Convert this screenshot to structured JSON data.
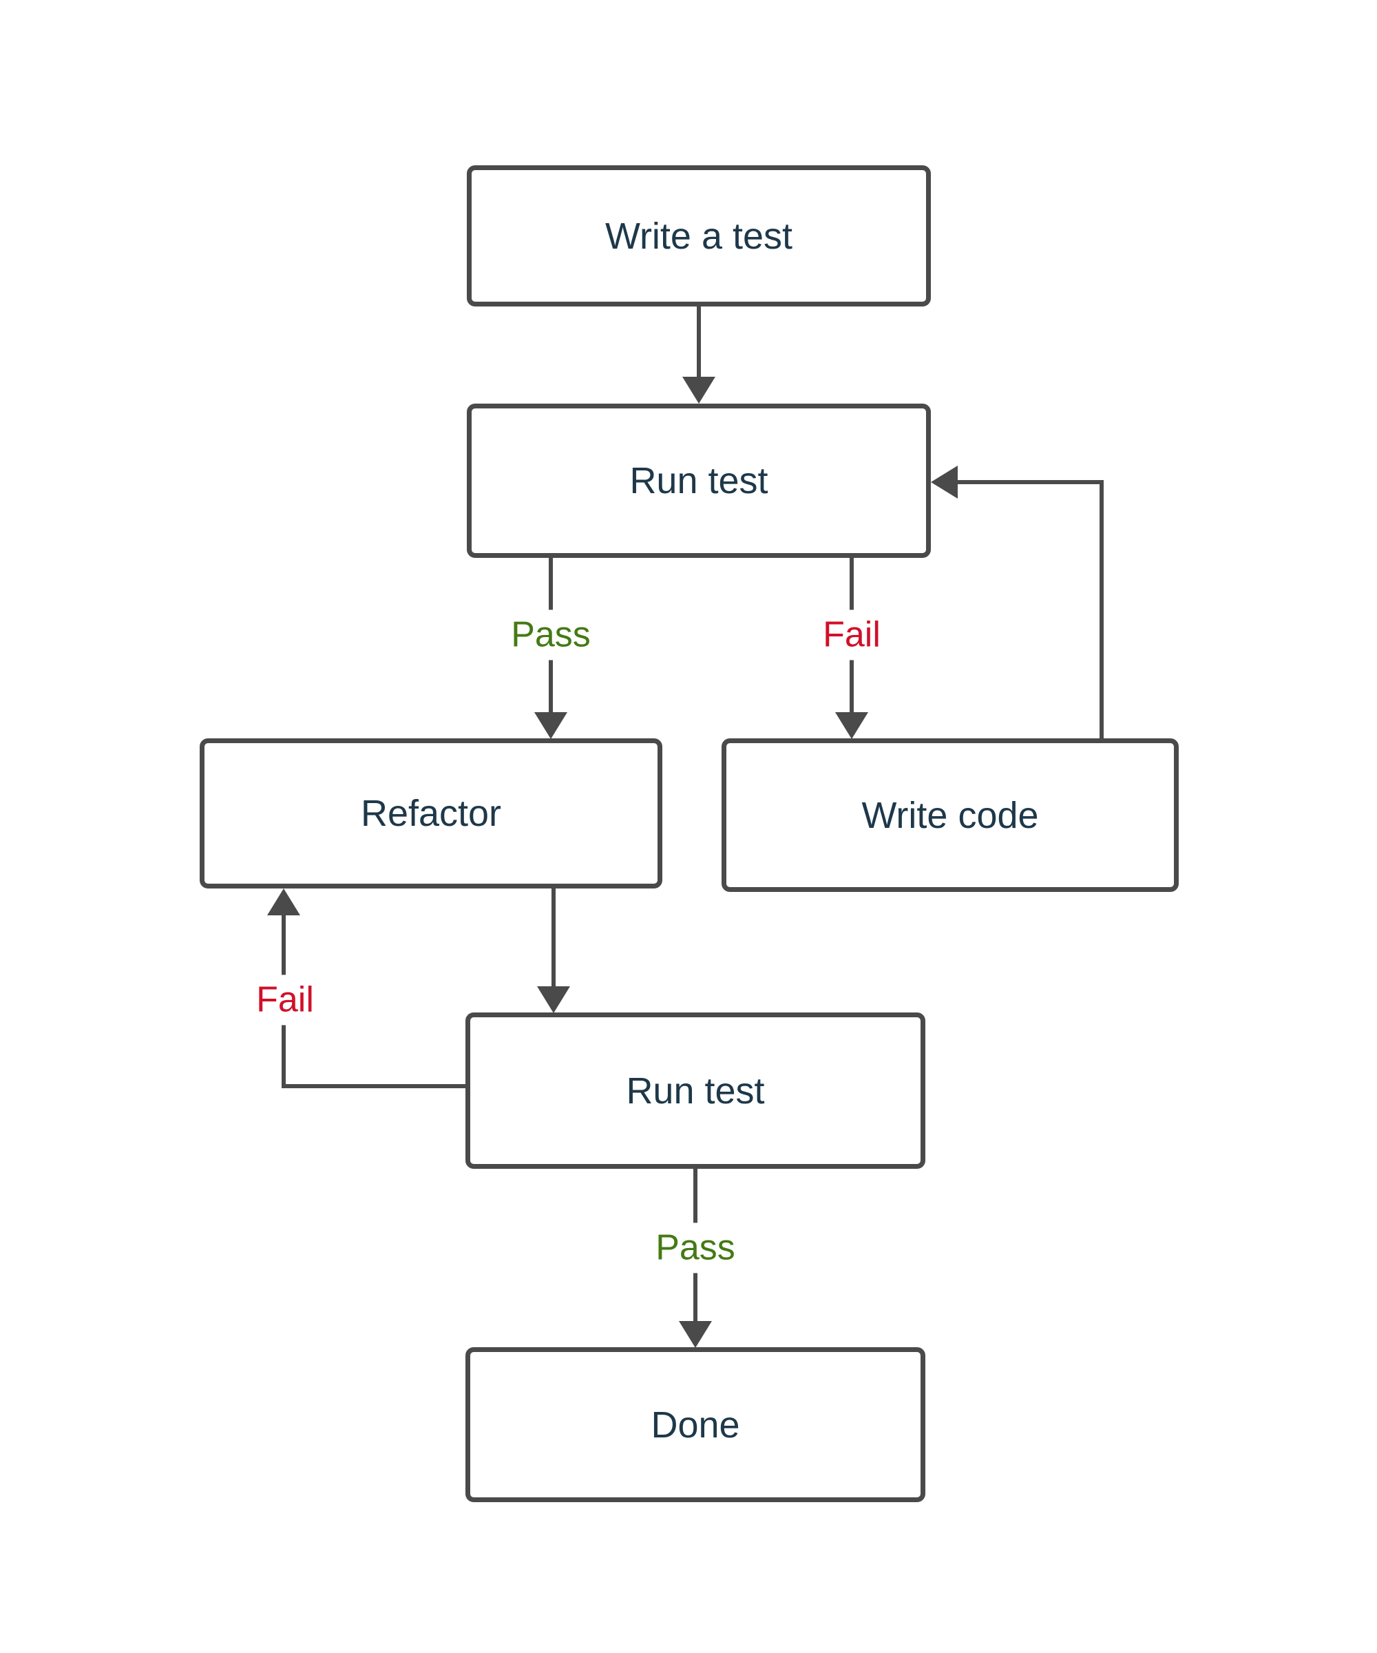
{
  "diagram": {
    "type": "flowchart",
    "nodes": {
      "write_test": {
        "label": "Write a test"
      },
      "run_test_1": {
        "label": "Run test"
      },
      "refactor": {
        "label": "Refactor"
      },
      "write_code": {
        "label": "Write code"
      },
      "run_test_2": {
        "label": "Run test"
      },
      "done": {
        "label": "Done"
      }
    },
    "edges": [
      {
        "from": "write_test",
        "to": "run_test_1",
        "label": ""
      },
      {
        "from": "run_test_1",
        "to": "refactor",
        "label": "Pass"
      },
      {
        "from": "run_test_1",
        "to": "write_code",
        "label": "Fail"
      },
      {
        "from": "write_code",
        "to": "run_test_1",
        "label": ""
      },
      {
        "from": "refactor",
        "to": "run_test_2",
        "label": ""
      },
      {
        "from": "run_test_2",
        "to": "refactor",
        "label": "Fail"
      },
      {
        "from": "run_test_2",
        "to": "done",
        "label": "Pass"
      }
    ],
    "colors": {
      "stroke": "#4a4a4a",
      "node_text": "#1e384a",
      "pass": "#447a14",
      "fail": "#d1102a",
      "background": "#ffffff"
    }
  }
}
